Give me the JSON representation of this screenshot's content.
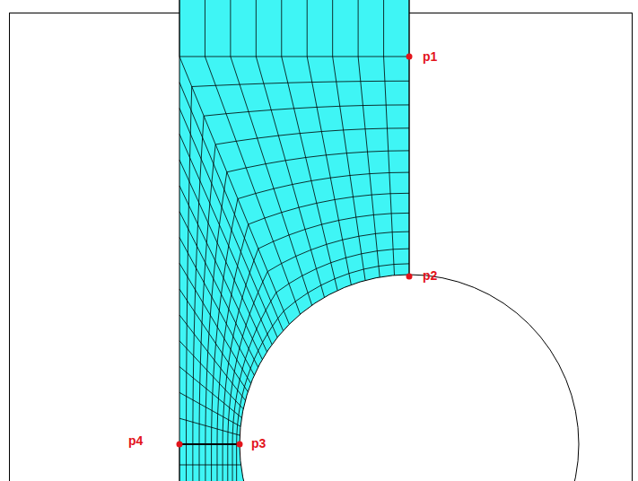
{
  "diagram": {
    "labels": [
      "p1",
      "p2",
      "p3",
      "p4"
    ]
  }
}
